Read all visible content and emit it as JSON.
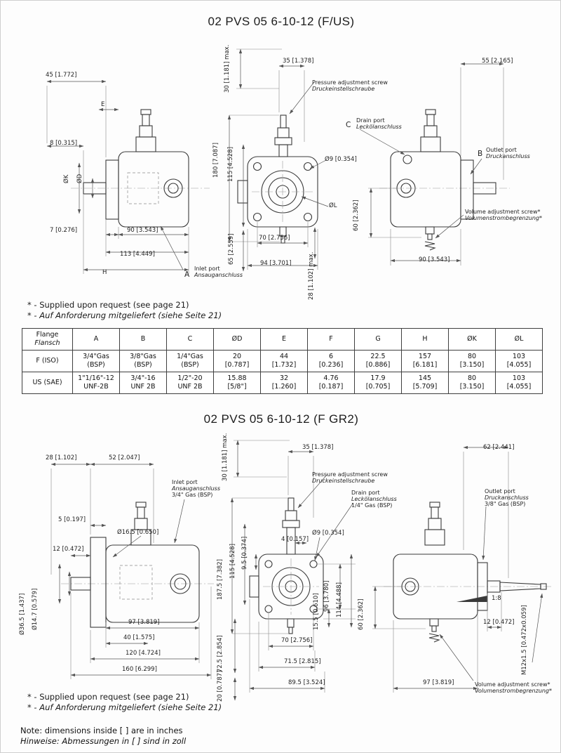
{
  "section1": {
    "title": "02 PVS 05 6-10-12 (F/US)",
    "note_en": "* - Supplied upon request (see page 21)",
    "note_de": "* - Auf Anforderung mitgeliefert (siehe Seite 21)",
    "labels": [
      "45 [1.772]",
      "E",
      "8 [0.315]",
      "ØK",
      "ØD",
      "7 [0.276]",
      "90 [3.543]",
      "113 [4.449]",
      "H",
      "A",
      "Inlet port",
      "Ansauganschluss",
      "30 [1.181] max.",
      "35 [1.378]",
      "Pressure adjustment screw",
      "Druckeinstellschraube",
      "180 [7.087]",
      "115 [4.528]",
      "Ø9 [0.354]",
      "ØL",
      "65 [2.559]",
      "70 [2.756]",
      "94 [3.701]",
      "28 [1.102] max.",
      "55 [2.165]",
      "C",
      "Drain port",
      "Leckölanschluss",
      "B",
      "Outlet port",
      "Druckanschluss",
      "60 [2.362]",
      "Volume adjustment screw*",
      "Volumenstrombegrenzung*",
      "90 [3.543]"
    ]
  },
  "table": {
    "flange_en": "Flange",
    "flange_de": "Flansch",
    "cols": [
      "A",
      "B",
      "C",
      "ØD",
      "E",
      "F",
      "G",
      "H",
      "ØK",
      "ØL"
    ],
    "rows": [
      {
        "label": "F (ISO)",
        "cells": [
          [
            "3/4\"Gas",
            "(BSP)"
          ],
          [
            "3/8\"Gas",
            "(BSP)"
          ],
          [
            "1/4\"Gas",
            "(BSP)"
          ],
          [
            "20",
            "[0.787]"
          ],
          [
            "44",
            "[1.732]"
          ],
          [
            "6",
            "[0.236]"
          ],
          [
            "22.5",
            "[0.886]"
          ],
          [
            "157",
            "[6.181]"
          ],
          [
            "80",
            "[3.150]"
          ],
          [
            "103",
            "[4.055]"
          ]
        ]
      },
      {
        "label": "US (SAE)",
        "cells": [
          [
            "1\"1/16\"-12",
            "UNF-2B"
          ],
          [
            "3/4\"-16",
            "UNF 2B"
          ],
          [
            "1/2\"-20",
            "UNF 2B"
          ],
          [
            "15.88",
            "[5/8\"]"
          ],
          [
            "32",
            "[1.260]"
          ],
          [
            "4.76",
            "[0.187]"
          ],
          [
            "17.9",
            "[0.705]"
          ],
          [
            "145",
            "[5.709]"
          ],
          [
            "80",
            "[3.150]"
          ],
          [
            "103",
            "[4.055]"
          ]
        ]
      }
    ]
  },
  "section2": {
    "title": "02 PVS 05 6-10-12 (F GR2)",
    "note_en": "* - Supplied upon request (see page 21)",
    "note_de": "* - Auf Anforderung mitgeliefert (siehe Seite 21)",
    "labels": [
      "28 [1.102]",
      "52 [2.047]",
      "5 [0.197]",
      "Ø16.5 [0.650]",
      "12 [0.472]",
      "Inlet port",
      "Ansauganschluss",
      "3/4\" Gas (BSP)",
      "Ø36.5 [1.437]",
      "Ø14.7 [0.579]",
      "97 [3.819]",
      "40 [1.575]",
      "120 [4.724]",
      "160 [6.299]",
      "30 [1.181] max.",
      "35 [1.378]",
      "Pressure adjustment screw",
      "Druckeinstellschraube",
      "Drain port",
      "Leckölanschluss",
      "1/4\" Gas (BSP)",
      "4 [0.157]",
      "Ø9 [0.354]",
      "187.5 [7.382]",
      "115 [4.528]",
      "9.5 [0.374]",
      "96 [3.780]",
      "114 [4.488]",
      "15.5 [0.610]",
      "70 [2.756]",
      "71.5 [2.815]",
      "72.5 [2.854]",
      "20 [0.787]",
      "89.5 [3.524]",
      "62 [2.441]",
      "Outlet port",
      "Druckanschluss",
      "3/8\" Gas (BSP)",
      "60 [2.362]",
      "1:8",
      "12 [0.472]",
      "M12x1.5 [0.472x0.059]",
      "97 [3.819]",
      "Volume adjustment screw*",
      "Volumenstrombegrenzung*"
    ]
  },
  "footer": {
    "note_en": "Note: dimensions inside [ ] are in inches",
    "note_de": "Hinweise: Abmessungen in [ ] sind in zoll"
  }
}
